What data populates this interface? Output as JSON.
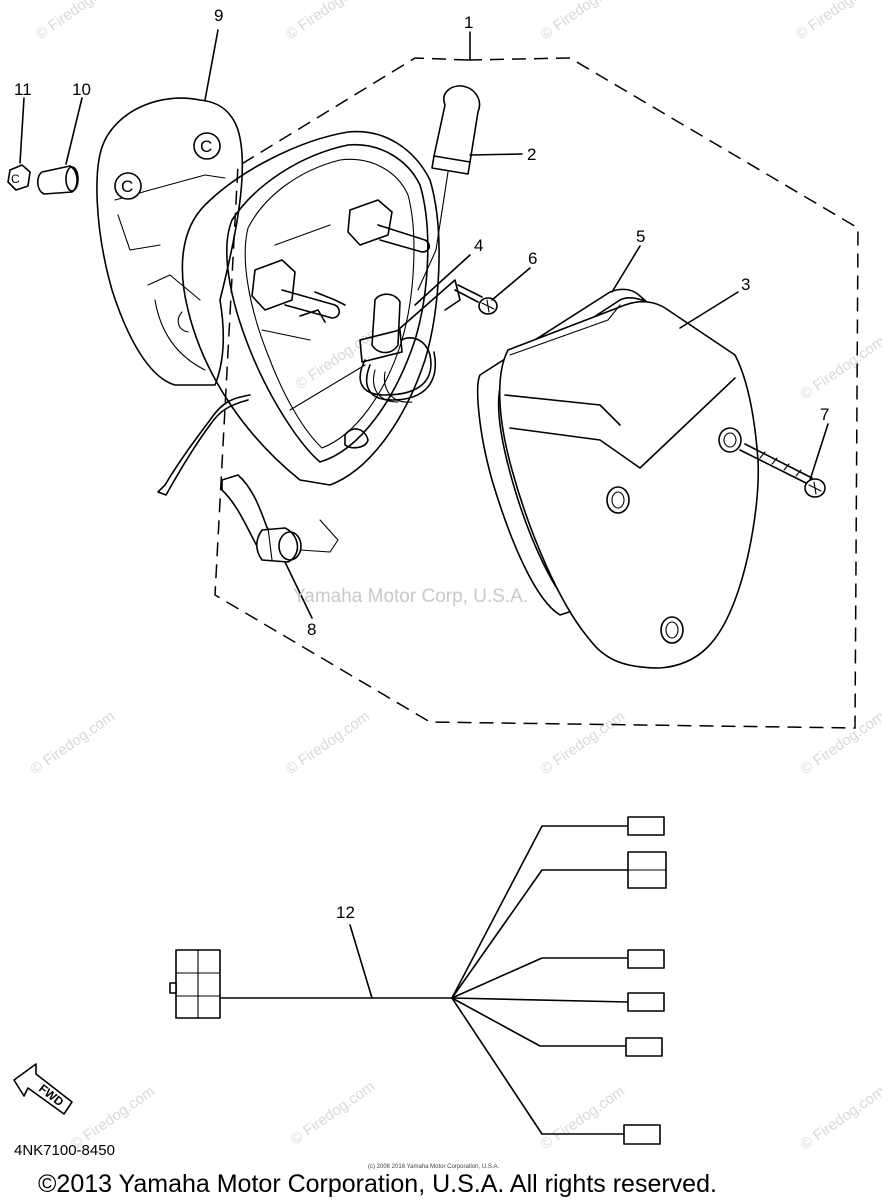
{
  "diagram": {
    "callouts": [
      "1",
      "2",
      "3",
      "4",
      "5",
      "6",
      "7",
      "8",
      "9",
      "10",
      "11",
      "12"
    ],
    "part_number": "4NK7100-8450",
    "fwd_label": "FWD",
    "watermark": "© Firedog.com",
    "center_watermark": "Yamaha Motor Corp, U.S.A.",
    "fine_print": "(c) 2006 2016 Yamaha Motor Corporation, U.S.A.",
    "copyright": "©2013 Yamaha Motor Corporation, U.S.A. All rights reserved."
  }
}
